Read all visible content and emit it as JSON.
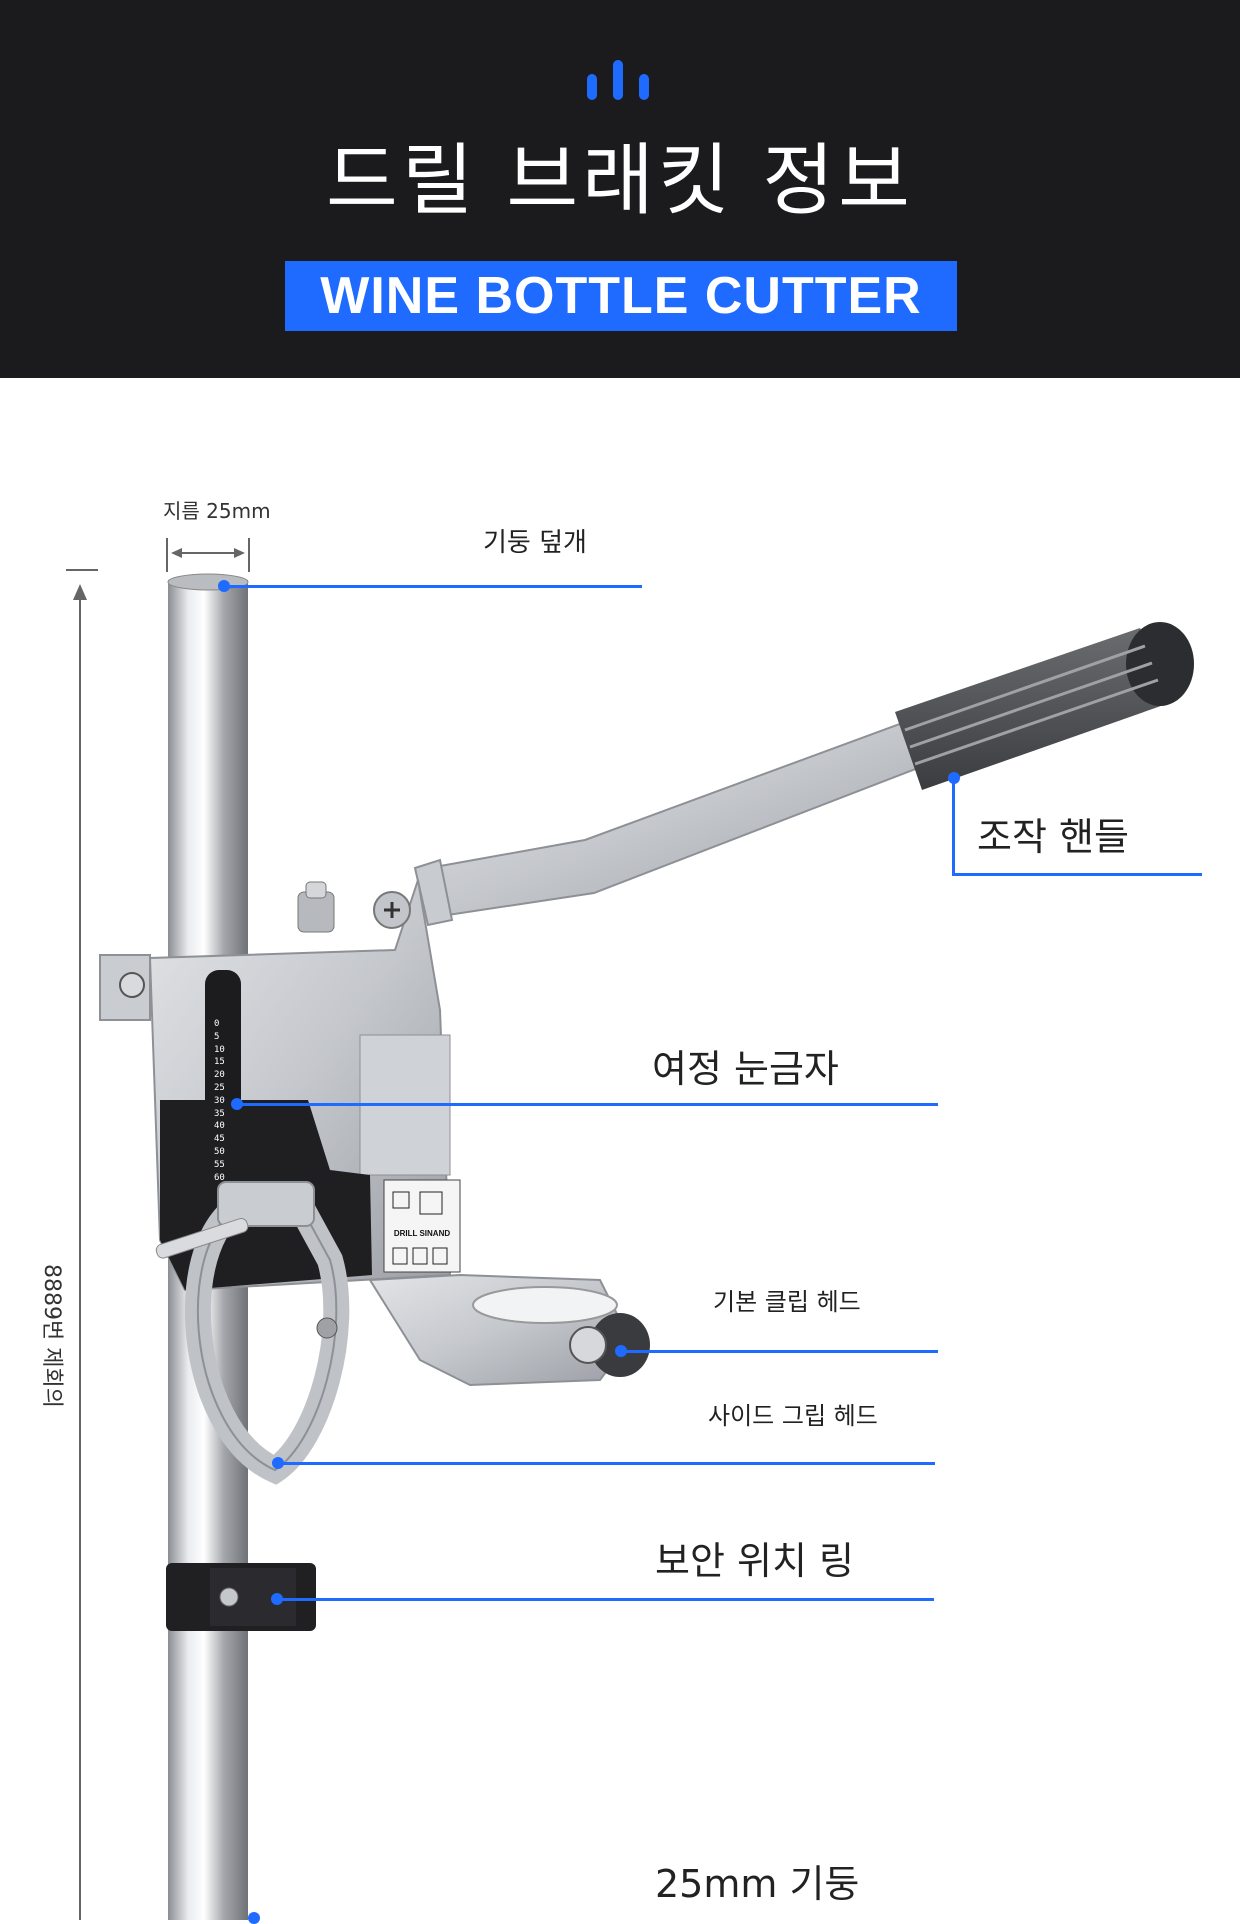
{
  "header": {
    "title": "드릴 브래킷 정보",
    "banner": "WINE BOTTLE CUTTER",
    "accent_color": "#1f6bff",
    "background_color": "#1b1b1d"
  },
  "dimensions": {
    "diameter": "지름 25mm",
    "height": "8889번 제회의"
  },
  "scale_ticks": [
    "0",
    "5",
    "10",
    "15",
    "20",
    "25",
    "30",
    "35",
    "40",
    "45",
    "50",
    "55",
    "60"
  ],
  "product_label": {
    "brand": "DRILL SINAND"
  },
  "callouts": {
    "column_cap": "기둥 덮개",
    "operating_handle": "조작 핸들",
    "travel_scale": "여정 눈금자",
    "basic_clip_head": "기본 클립 헤드",
    "side_grip_head": "사이드 그립 헤드",
    "security_position_ring": "보안 위치 링",
    "column_25mm": "25mm 기둥"
  }
}
